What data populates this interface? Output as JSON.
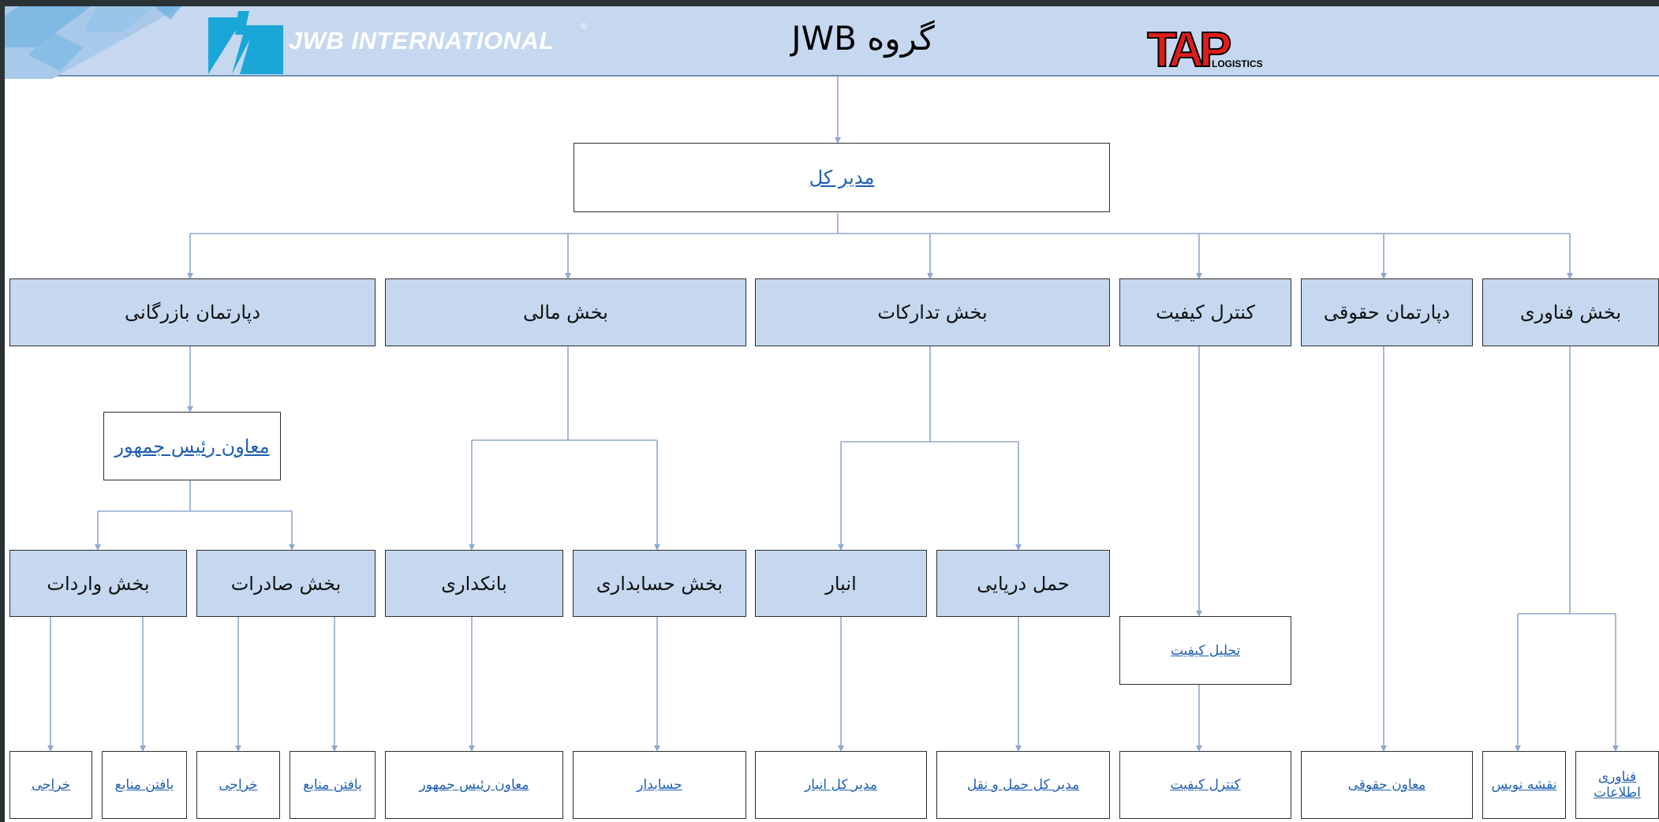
{
  "header": {
    "company_wordmark": "JWB INTERNATIONAL",
    "registered_mark": "®",
    "title": "گروه JWB",
    "partner_logo_text": "TAP",
    "partner_logo_sub": "LOGISTICS"
  },
  "ceo": {
    "label": "مدیر کل"
  },
  "departments": [
    {
      "label": "دپارتمان بازرگانی"
    },
    {
      "label": "بخش مالی"
    },
    {
      "label": "بخش تدارکات"
    },
    {
      "label": "کنترل کیفیت"
    },
    {
      "label": "دپارتمان حقوقی"
    },
    {
      "label": "بخش فناوری"
    }
  ],
  "vice_president": {
    "label": "معاون رئیس جمهور"
  },
  "sub_units": [
    {
      "label": "بخش واردات"
    },
    {
      "label": "بخش صادرات"
    },
    {
      "label": "بانکداری"
    },
    {
      "label": "بخش حسابداری"
    },
    {
      "label": "انبار"
    },
    {
      "label": "حمل دریایی"
    }
  ],
  "quality_analysis": {
    "label": "تحلیل کیفیت"
  },
  "leaves": [
    {
      "label": "خراجی"
    },
    {
      "label": "یافتن منابع"
    },
    {
      "label": "خراجی"
    },
    {
      "label": "یافتن منابع"
    },
    {
      "label": "معاون رئیس جمهور"
    },
    {
      "label": "حسابدار"
    },
    {
      "label": "مدیر کل انبار"
    },
    {
      "label": "مدیر کل حمل و نقل"
    },
    {
      "label": "کنترل کیفیت"
    },
    {
      "label": "معاون حقوقی"
    },
    {
      "label": "نقشه نویس"
    },
    {
      "label": "فناوری اطلاعات"
    }
  ],
  "colors": {
    "header_bg": "#c5d8ef",
    "box_fill": "#c5d8ef",
    "link": "#1f5fb4",
    "connector": "#8fa9cf"
  }
}
